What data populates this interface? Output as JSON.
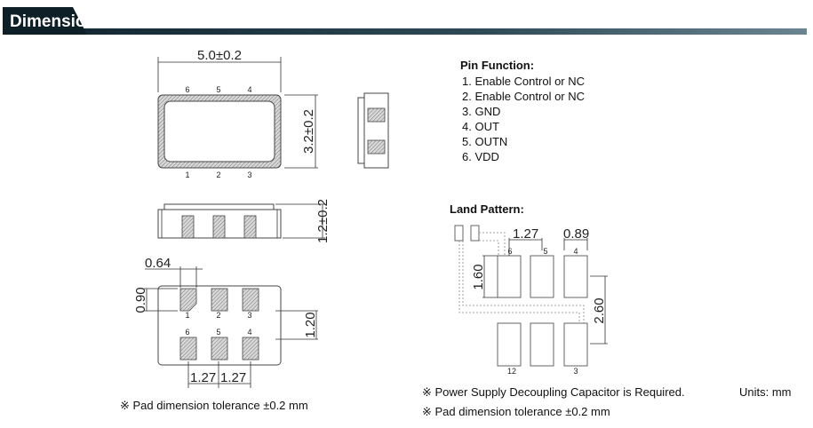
{
  "header": {
    "title": "Dimensions"
  },
  "top_view": {
    "width_dim": "5.0±0.2",
    "height_dim": "3.2±0.2",
    "pins_top": [
      "6",
      "5",
      "4"
    ],
    "pins_bottom": [
      "1",
      "2",
      "3"
    ]
  },
  "front_view": {
    "height_dim": "1.2±0.2"
  },
  "bottom_view": {
    "pad_width": "0.64",
    "pad_height": "0.90",
    "row_gap": "1.20",
    "pitch_1": "1.27",
    "pitch_2": "1.27",
    "pins_top": [
      "1",
      "2",
      "3"
    ],
    "pins_bottom": [
      "6",
      "5",
      "4"
    ]
  },
  "left_note": "※  Pad dimension tolerance ±0.2 mm",
  "pin_function": {
    "title": "Pin Function:",
    "items": [
      "1. Enable Control or NC",
      "2. Enable Control or NC",
      "3. GND",
      "4. OUT",
      "5. OUTN",
      "6. VDD"
    ]
  },
  "land_pattern": {
    "title": "Land Pattern:",
    "pitch": "1.27",
    "pad_width": "0.89",
    "pad_length": "1.60",
    "row_span": "2.60",
    "pins_top": [
      "6",
      "5",
      "4"
    ],
    "pins_bottom": [
      "12",
      "3"
    ]
  },
  "notes": [
    "※  Power Supply Decoupling Capacitor is Required.",
    "※  Pad dimension tolerance ±0.2 mm"
  ],
  "units": "Units: mm"
}
